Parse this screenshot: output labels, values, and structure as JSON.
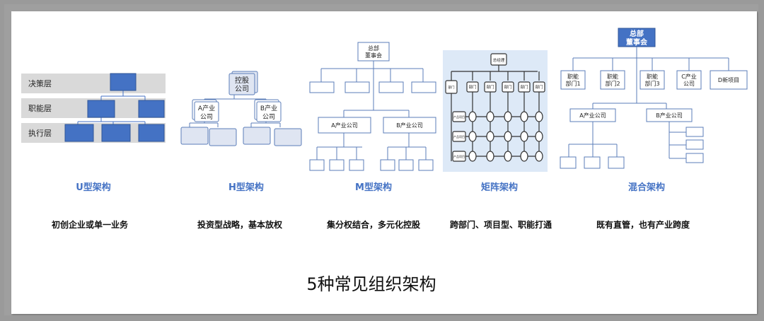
{
  "main_title": "5种常见组织架构",
  "u": {
    "title": "U型架构",
    "desc": "初创企业或单一业务",
    "layers": [
      "决策层",
      "职能层",
      "执行层"
    ]
  },
  "h": {
    "title": "H型架构",
    "desc": "投资型战略，基本放权",
    "hq": [
      "控股",
      "公司"
    ],
    "a": [
      "A产业",
      "公司"
    ],
    "b": [
      "B产业",
      "公司"
    ]
  },
  "m": {
    "title": "M型架构",
    "desc": "集分权结合，多元化控股",
    "hq": [
      "总部",
      "董事会"
    ],
    "a": "A产业公司",
    "b": "B产业公司"
  },
  "matrix": {
    "title": "矩阵架构",
    "desc": "跨部门、项目型、职能打通",
    "top": "总经理",
    "depts": [
      "部门",
      "部门",
      "部门",
      "部门",
      "部门",
      "部门"
    ],
    "projects": [
      "产品项目",
      "产品项目",
      "产品项目"
    ]
  },
  "mixed": {
    "title": "混合架构",
    "desc": "既有直管，也有产业跨度",
    "hq": [
      "总部",
      "董事会"
    ],
    "func1": [
      "职能",
      "部门1"
    ],
    "func2": [
      "职能",
      "部门2"
    ],
    "func3": [
      "职能",
      "部门3"
    ],
    "c": [
      "C产业",
      "公司"
    ],
    "d": "D新项目",
    "a": "A产业公司",
    "b": "B产业公司"
  },
  "colors": {
    "blue": "#4472c4",
    "dark_blue": "#2f5597",
    "grey_band": "#d9d9d9",
    "matrix_bg": "#dde9f7",
    "line": "#5b7db8"
  }
}
